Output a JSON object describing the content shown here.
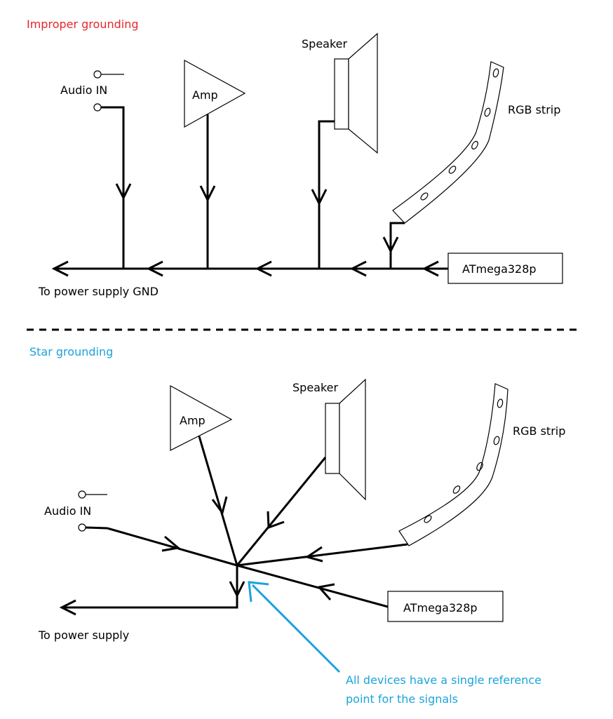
{
  "top_section": {
    "heading": "Improper grounding",
    "heading_color": "#e8262a",
    "audio_in_label": "Audio IN",
    "amp_label": "Amp",
    "speaker_label": "Speaker",
    "rgb_strip_label": "RGB strip",
    "mcu_label": "ATmega328p",
    "ground_label": "To power supply GND"
  },
  "bottom_section": {
    "heading": "Star grounding",
    "heading_color": "#1aa3dc",
    "audio_in_label": "Audio IN",
    "amp_label": "Amp",
    "speaker_label": "Speaker",
    "rgb_strip_label": "RGB strip",
    "mcu_label": "ATmega328p",
    "ground_label": "To power supply",
    "note_line_1": "All devices have a single reference",
    "note_line_2": "point for the signals",
    "note_color": "#1aa3dc"
  },
  "icons": {
    "arrow": "open-chevron-arrow",
    "terminal": "open-circle-terminal",
    "speaker": "speaker-icon",
    "amplifier": "triangle-amplifier-symbol",
    "led_strip": "led-strip-icon"
  }
}
